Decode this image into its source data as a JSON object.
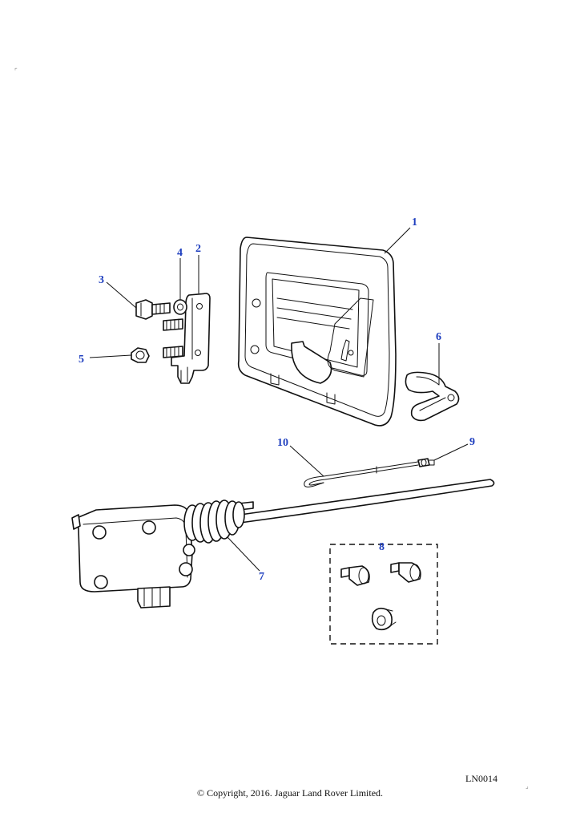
{
  "callouts": {
    "c1": "1",
    "c2": "2",
    "c3": "3",
    "c4": "4",
    "c5": "5",
    "c6": "6",
    "c7": "7",
    "c8": "8",
    "c9": "9",
    "c10": "10"
  },
  "drawing_code": "LN0014",
  "copyright": "© Copyright, 2016. Jaguar Land Rover Limited.",
  "colors": {
    "callout": "#1f3fbf",
    "line": "#111111",
    "background": "#ffffff"
  }
}
